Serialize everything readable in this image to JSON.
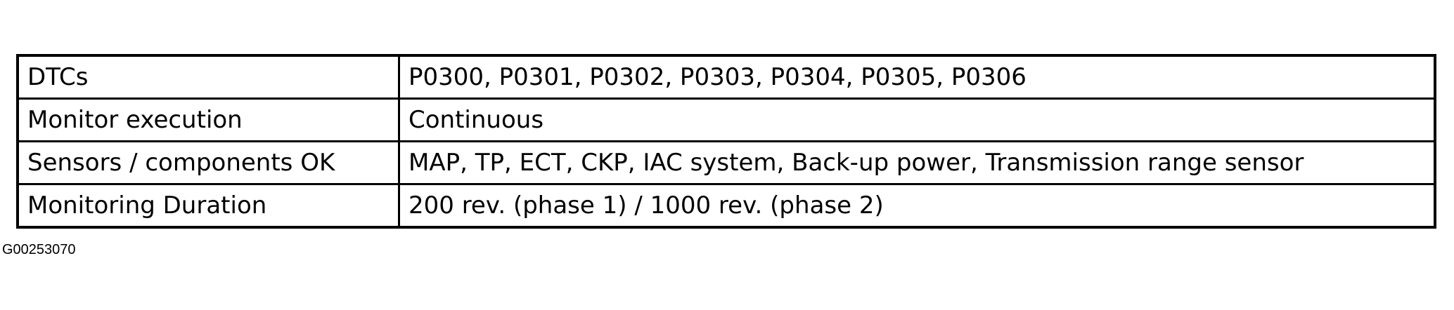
{
  "table": {
    "rows": [
      {
        "label": "DTCs",
        "value": "P0300, P0301, P0302, P0303, P0304, P0305, P0306"
      },
      {
        "label": "Monitor execution",
        "value": "Continuous"
      },
      {
        "label": "Sensors / components OK",
        "value": "MAP, TP, ECT, CKP, IAC system, Back-up power, Transmission range sensor"
      },
      {
        "label": "Monitoring Duration",
        "value": "200 rev. (phase 1) / 1000 rev. (phase 2)"
      }
    ]
  },
  "figure_id": "G00253070"
}
